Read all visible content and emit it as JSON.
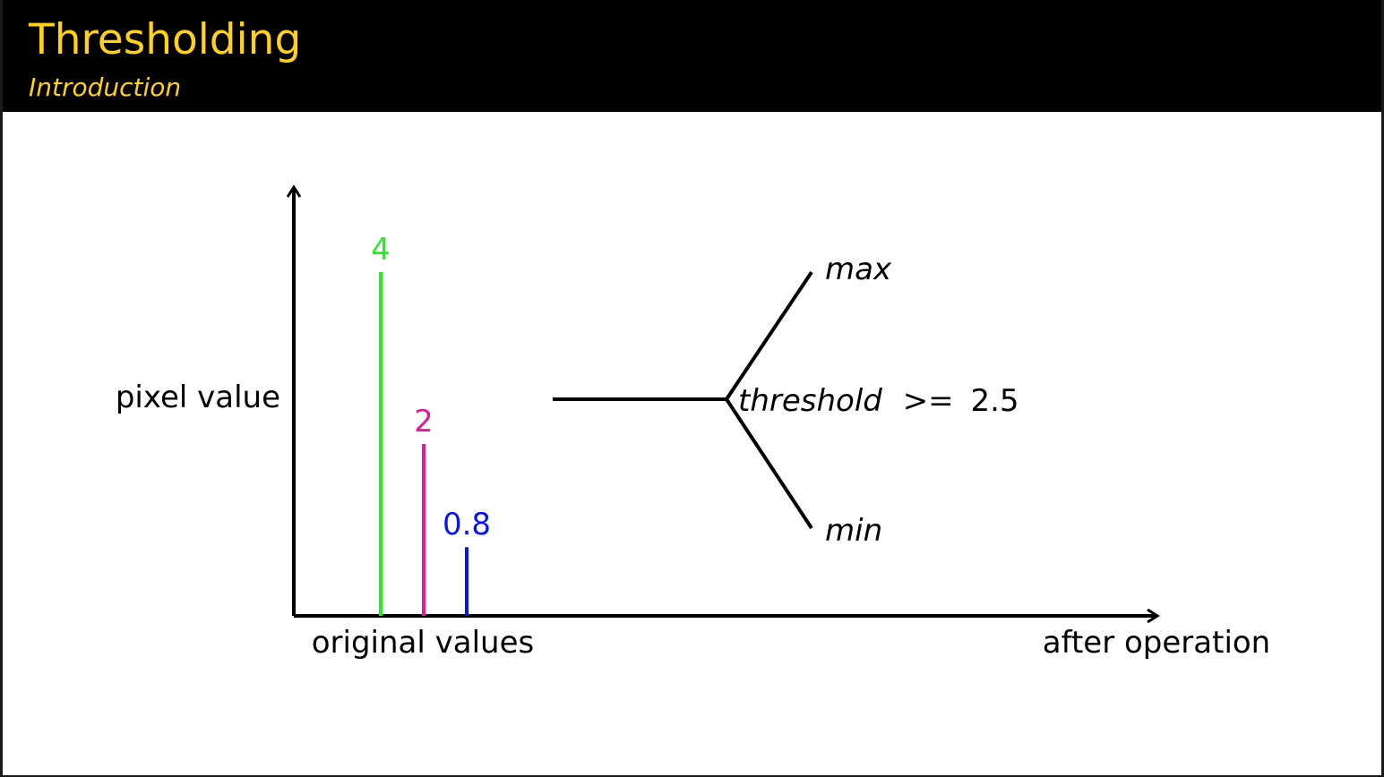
{
  "slide": {
    "title": "Thresholding",
    "subtitle": "Introduction"
  },
  "diagram": {
    "y_axis_label": "pixel value",
    "x_label_left": "original values",
    "x_label_right": "after operation",
    "bars": [
      {
        "label": "4",
        "value": 4,
        "color": "#22ee22"
      },
      {
        "label": "2",
        "value": 2,
        "color": "#e6189a"
      },
      {
        "label": "0.8",
        "value": 0.8,
        "color": "#0a14ee"
      }
    ],
    "branch_max_label": "max",
    "branch_min_label": "min",
    "threshold_word": "threshold",
    "threshold_op": ">=",
    "threshold_value": "2.5"
  }
}
